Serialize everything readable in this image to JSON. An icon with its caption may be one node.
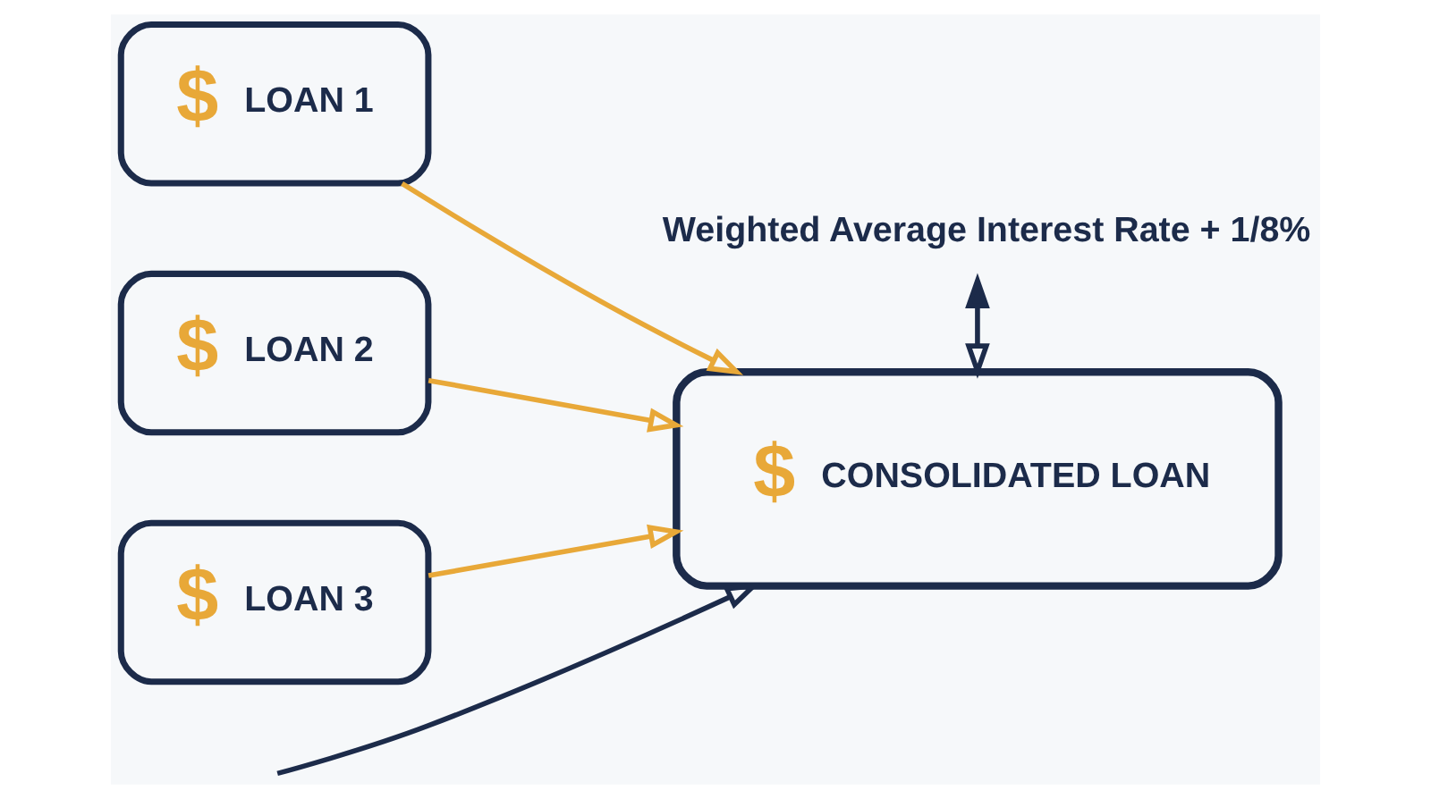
{
  "diagram": {
    "nodes": [
      {
        "text": [
          "$",
          "LOAN 1"
        ]
      },
      {
        "text": [
          "$",
          "LOAN 2"
        ]
      },
      {
        "text": [
          "$",
          "LOAN 3"
        ]
      },
      {
        "text": [
          "$",
          "CONSOLIDATED LOAN"
        ]
      },
      {
        "text": [
          "Weighted Average Interest Rate + 1/8%"
        ]
      }
    ],
    "edges": [
      {
        "from": 0,
        "to": 3,
        "arrow": "to",
        "color": "#e8a838"
      },
      {
        "from": 1,
        "to": 3,
        "arrow": "to",
        "color": "#e8a838"
      },
      {
        "from": 2,
        "to": 3,
        "arrow": "to",
        "color": "#e8a838"
      },
      {
        "from": null,
        "to": 3,
        "arrow": "to",
        "color": "#1c2b4a"
      },
      {
        "from": 4,
        "to": 3,
        "arrow": "both",
        "color": "#1c2b4a"
      }
    ]
  }
}
